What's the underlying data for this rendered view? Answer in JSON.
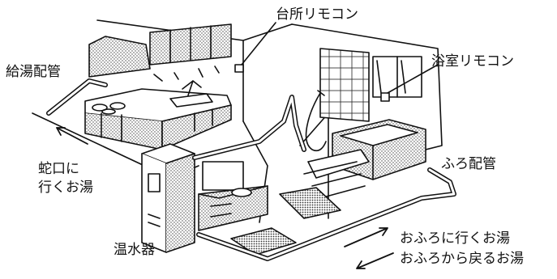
{
  "colors": {
    "ink": "#111111",
    "paper": "#ffffff",
    "tone": "#bdbdbd"
  },
  "labels": {
    "kitchen_remote": "台所リモコン",
    "bath_remote": "浴室リモコン",
    "hot_water_pipe": "給湯配管",
    "to_faucet": "蛇口に\n行くお湯",
    "bath_pipe": "ふろ配管",
    "water_heater": "温水器",
    "to_bath": "おふろに行くお湯",
    "from_bath": "おふろから戻るお湯"
  }
}
